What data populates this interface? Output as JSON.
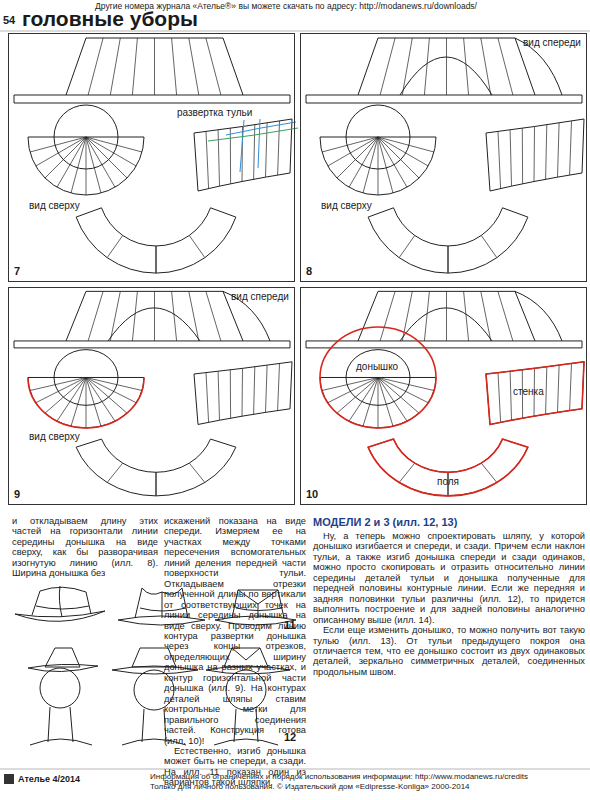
{
  "diagram": {
    "nodes": [
      {
        "text": [
          "развертка тульи",
          "вид сверху",
          "7"
        ]
      },
      {
        "text": [
          "вид спереди",
          "вид сверху",
          "8"
        ]
      },
      {
        "text": [
          "вид спереди",
          "вид сверху",
          "9"
        ]
      },
      {
        "text": [
          "донышко",
          "стенка",
          "поля",
          "10"
        ]
      }
    ],
    "labels": [
      "Другие номера журнала «Ателье®» вы можете скачать по адресу: http://modanews.ru/downloads/",
      "54",
      "головные уборы",
      "и откладываем длину этих частей на горизонтали линии середины донышка на виде сверху, как бы разворачивая изогнутую линию (илл. 8). Ширина донышка без",
      "искажений показана на виде спереди. Измеряем ее на участках между точками пересечения вспомогательных линий деления передней части поверхности тульи. Откладываем отрезки полученной длины по вертикали от соответствующих точек на линии середины донышка на виде сверху. Проводим линию контура развертки донышка через концы отрезков, определяющих ширину донышка на разных участках, и контур горизонтальной части донышка (илл. 9). На контурах деталей шляпы ставим контрольные метки для правильного соединения частей. Конструкция готова (илл. 10)!",
      "Естественно, изгиб донышка может быть не спереди, а сзади. На илл. 11 показан один из вариантов такой шляпки.",
      "11",
      "12",
      "МОДЕЛИ 2 и 3 (илл. 12, 13)",
      "Ну, а теперь можно спроектировать шляпу, у которой донышко изгибается и спереди, и сзади. Причем если наклон тульи, а также изгиб донышка спереди и сзади одинаков, можно просто скопировать и отразить относительно линии середины деталей тульи и донышка полученные для передней половины контурные линии. Если же передняя и задняя половинки тульи различны (илл. 12), то придется выполнить построение и для задней половины аналогично описанному выше (илл. 14).",
      "Если еще изменить донышко, то можно получить вот такую тулью (илл. 13). От тульи предыдущего покроя она отличается тем, что ее донышко состоит из двух одинаковых деталей, зеркально симметричных деталей, соединенных продольным швом.",
      "Ателье 4/2014",
      "Информация об ограничениях и порядок использования информации: http://www.modanews.ru/credits",
      "Только для личного пользования. © Издательский дом «Edipresse-Konliga» 2000-2014"
    ]
  }
}
